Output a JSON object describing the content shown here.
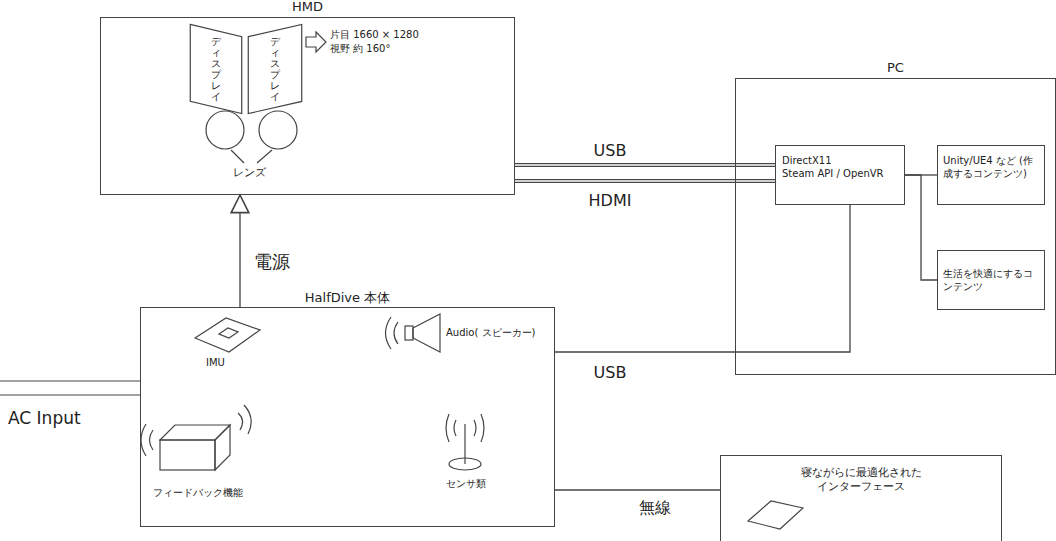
{
  "diagram": {
    "nodes": [
      {
        "text": [
          "HMD"
        ]
      },
      {
        "text": [
          "ディスプレイ"
        ],
        "in": 0
      },
      {
        "text": [
          "ディスプレイ"
        ],
        "in": 0
      },
      {
        "text": [
          "PC"
        ]
      },
      {
        "text": [
          "DirectX11",
          "Steam API / OpenVR"
        ],
        "in": 3
      },
      {
        "text": [
          "Unity/UE4 など (作成するコンテンツ)"
        ],
        "in": 3
      },
      {
        "text": [
          "生活を快適にするコンテンツ"
        ],
        "in": 3
      },
      {
        "text": [
          "HalfDive 本体"
        ]
      },
      {
        "text": [
          "寝ながらに最適化された インターフェース"
        ]
      }
    ],
    "edges": [
      {
        "from": 0,
        "to": 4,
        "arrow": "none",
        "label": "USB"
      },
      {
        "from": 0,
        "to": 4,
        "arrow": "none",
        "label": "HDMI"
      },
      {
        "from": 7,
        "to": 0,
        "arrow": "to",
        "label": "電源"
      },
      {
        "from": 7,
        "to": 4,
        "arrow": "none",
        "label": "USB"
      },
      {
        "from": 7,
        "to": 8,
        "arrow": "none",
        "label": "無線"
      },
      {
        "from": 4,
        "to": 5,
        "arrow": "none"
      },
      {
        "from": 4,
        "to": 6,
        "arrow": "none"
      }
    ],
    "labels": [
      "片目 1660 × 1280",
      "視野 約 160°",
      "レンズ",
      "IMU",
      "Audio( スピーカー)",
      "フィードバック機能",
      "センサ類",
      "AC Input"
    ]
  }
}
